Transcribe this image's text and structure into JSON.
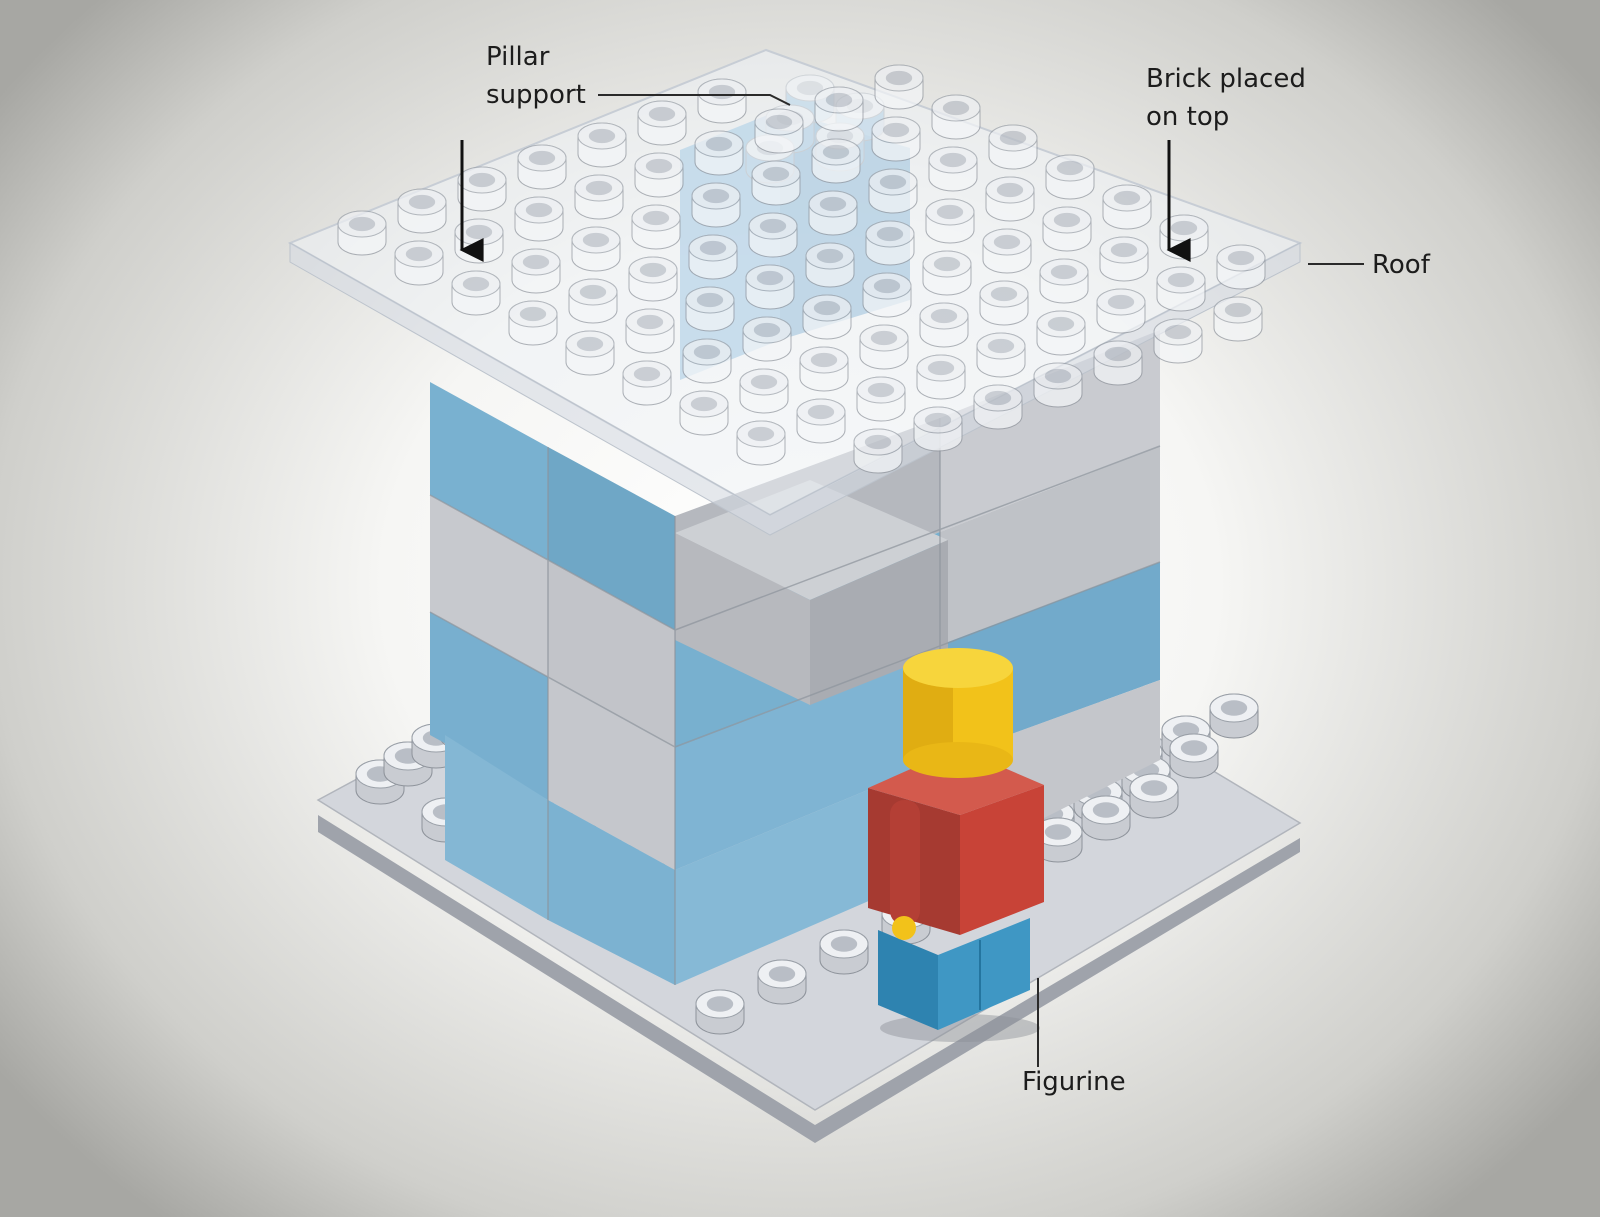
{
  "diagram": {
    "callouts": {
      "pillar_support": "Pillar\nsupport",
      "brick_placed_on_top": "Brick placed\non top",
      "roof": "Roof",
      "figurine": "Figurine"
    },
    "colors": {
      "background": "#efefec",
      "baseplate": "#d3d6dc",
      "stud_gray": "#c9ccd2",
      "brick_blue": "#79b1d0",
      "brick_gray": "#c7c9ce",
      "roof_translucent": "#eef2f6",
      "pillar_blue": "#7fb3d8",
      "figurine_head": "#f2c21a",
      "figurine_torso": "#c84337",
      "figurine_legs": "#3f97c4",
      "label_text": "#1c1c1c",
      "leader_line": "#2a2a2a"
    }
  }
}
